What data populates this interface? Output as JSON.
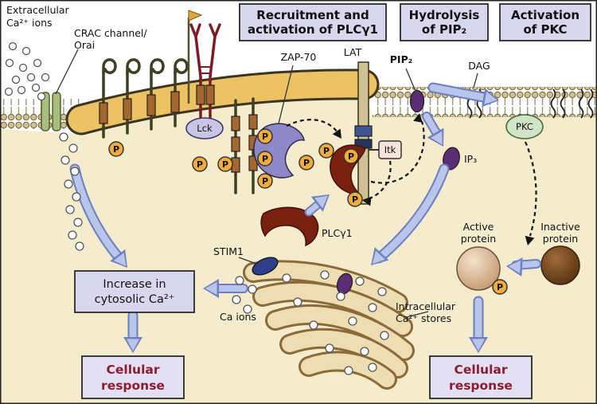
{
  "title_boxes": {
    "recruitment": {
      "line1": "Recruitment and",
      "line2": "activation of PLCγ1"
    },
    "hydrolysis": {
      "line1": "Hydrolysis",
      "line2": "of PIP₂"
    },
    "activation": {
      "line1": "Activation",
      "line2": "of PKC"
    }
  },
  "labels": {
    "extracellular_line1": "Extracellular",
    "extracellular_line2": "Ca²⁺ ions",
    "crac_line1": "CRAC channel/",
    "crac_line2": "Orai",
    "zap70": "ZAP-70",
    "lat": "LAT",
    "pip2": "PIP₂",
    "dag": "DAG",
    "lck": "Lck",
    "itk": "Itk",
    "pkc": "PKC",
    "ip3": "IP₃",
    "plcg1": "PLCγ1",
    "stim1": "STIM1",
    "ca_ions": "Ca ions",
    "intracellular_line1": "Intracellular",
    "intracellular_line2": "Ca²⁺ stores",
    "active_line1": "Active",
    "active_line2": "protein",
    "inactive_line1": "Inactive",
    "inactive_line2": "protein",
    "phosphate": "P"
  },
  "outcome_boxes": {
    "increase": {
      "line1": "Increase in",
      "line2": "cytosolic Ca²⁺"
    },
    "cellular_left": {
      "line1": "Cellular",
      "line2": "response"
    },
    "cellular_right": {
      "line1": "Cellular",
      "line2": "response"
    }
  },
  "colors": {
    "panel_fill": "#d9d7ee",
    "response_panel_fill": "#e2e0f2",
    "response_text": "#8c1c30",
    "arrow_fill": "#b9c5ea",
    "arrow_edge": "#6c7fc0",
    "membrane_band": "#ecc264",
    "cell_interior": "#f5ebcd",
    "plc_maroon": "#7a200f",
    "purple_lipid": "#5a2d74",
    "phosphate_fill": "#f0ad3e",
    "zap70_fill": "#8f88c8",
    "lck_fill": "#c9c5e6",
    "pkc_fill": "#d2e4c6",
    "crac_green": "#a9bd7d",
    "er_fill": "#eedcb2",
    "stim1_fill": "#2e3f8a"
  }
}
